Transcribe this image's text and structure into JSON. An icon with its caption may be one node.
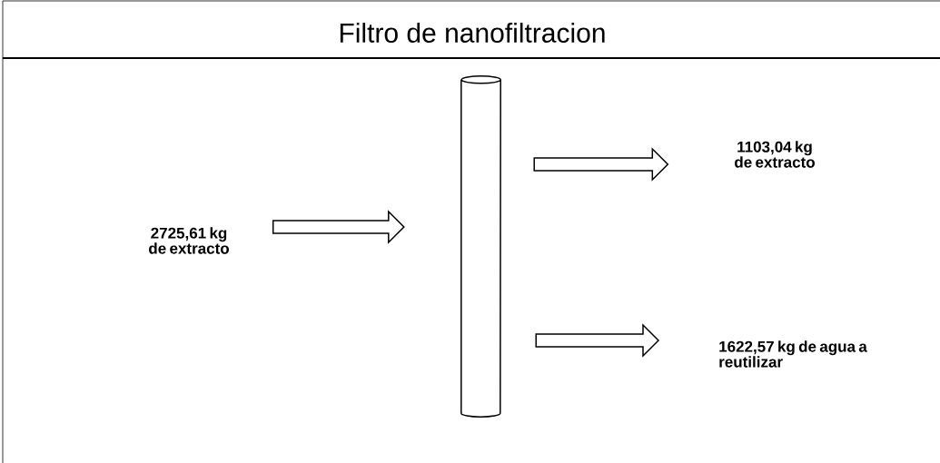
{
  "diagram": {
    "title": "Filtro de nanofiltracion",
    "nodes": [
      {
        "text": [
          "2725,61 kg de extracto"
        ]
      },
      {
        "text": [],
        "shape": "cylinder"
      },
      {
        "text": [
          "1103,04 kg de extracto"
        ]
      },
      {
        "text": [
          "1622,57 kg de agua a reutilizar"
        ]
      }
    ],
    "edges": [
      {
        "from": 0,
        "to": 1,
        "arrow": "to"
      },
      {
        "from": 1,
        "to": 2,
        "arrow": "to"
      },
      {
        "from": 1,
        "to": 3,
        "arrow": "to"
      }
    ]
  }
}
